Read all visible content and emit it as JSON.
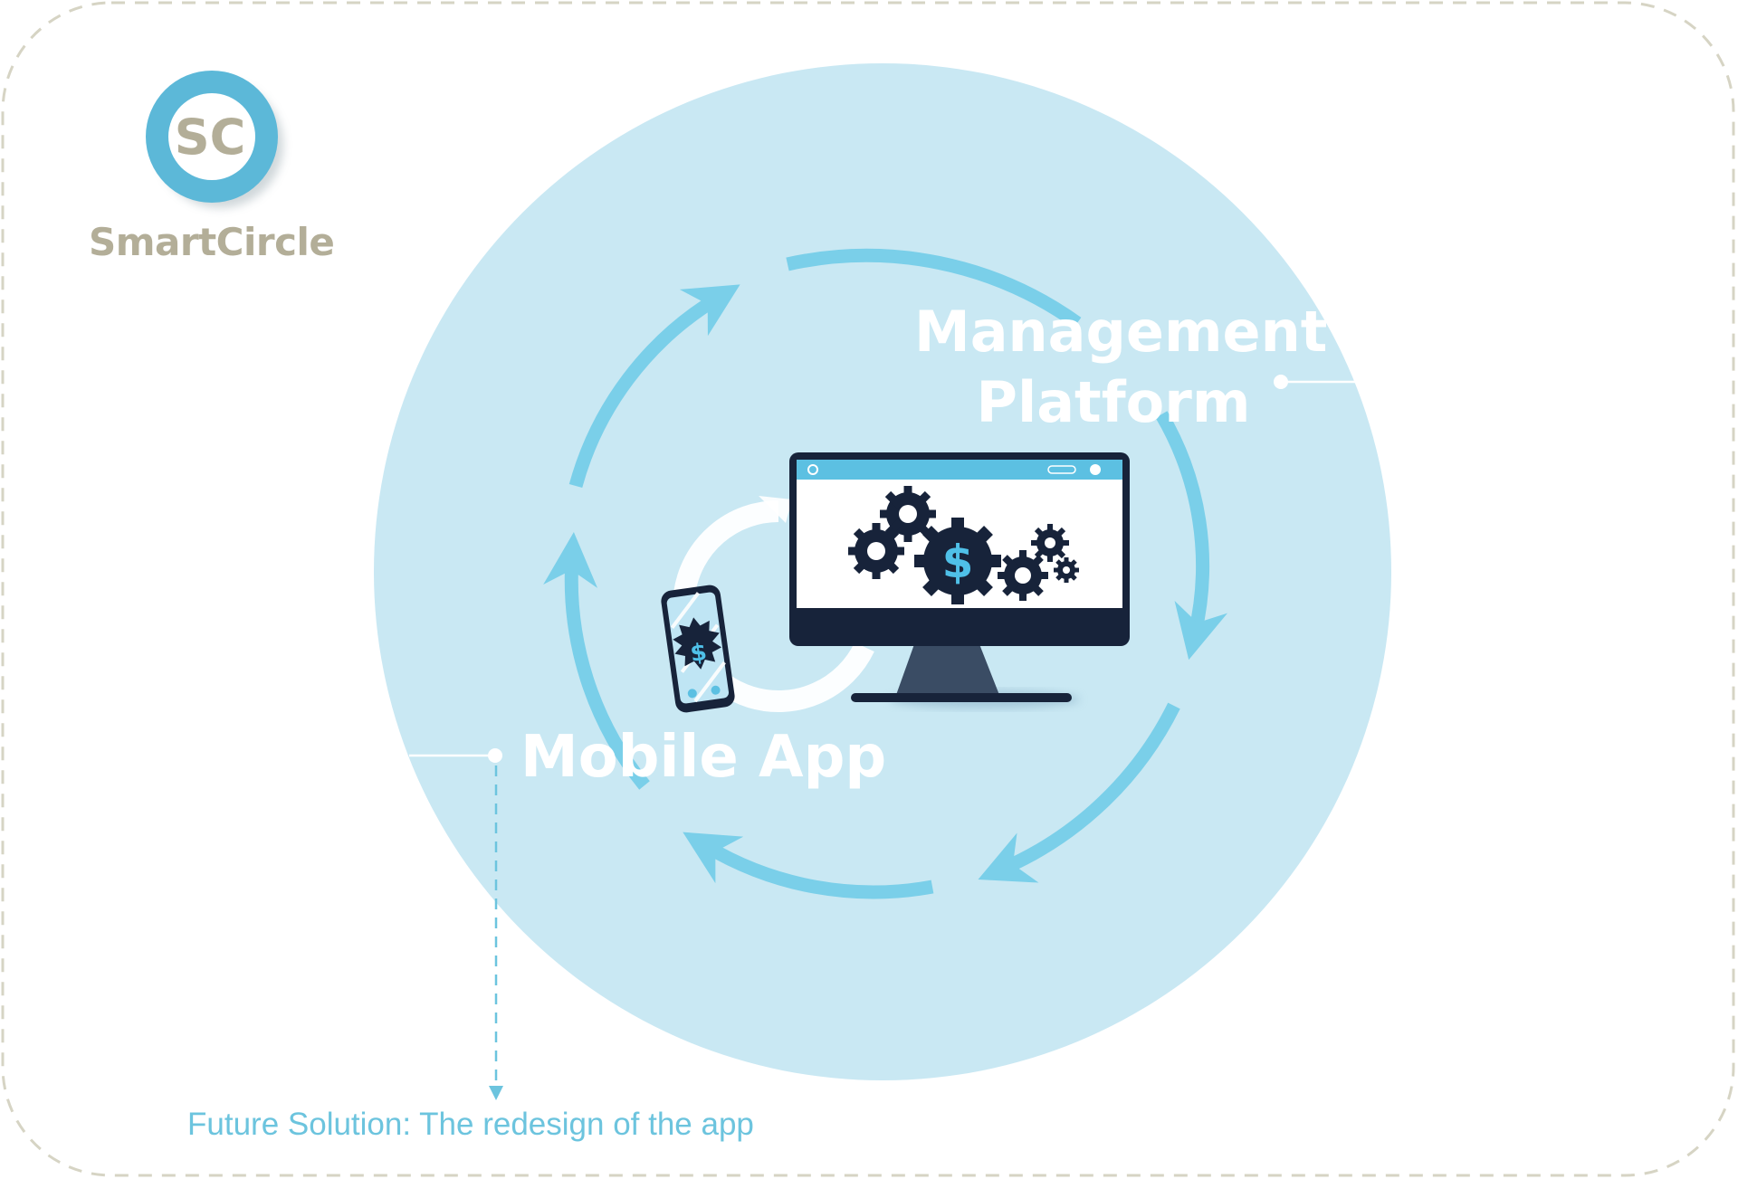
{
  "logo": {
    "monogram": "SC",
    "brand_name": "SmartCircle"
  },
  "labels": {
    "management_line1": "Management",
    "management_line2": "Platform",
    "mobile_app": "Mobile App"
  },
  "caption": "Future Solution: The redesign of the app",
  "icons": {
    "monitor": "monitor-icon",
    "phone": "smartphone-icon",
    "gears": "gears-icon",
    "currency": "dollar-icon"
  },
  "colors": {
    "circle_fill": "#c9e8f3",
    "arrow": "#7acfe9",
    "logo_ring": "#5cb8d8",
    "brand_text": "#b3ae98",
    "caption": "#6cc4de",
    "navy": "#17233a",
    "frame_dash": "#d6d4c4"
  }
}
